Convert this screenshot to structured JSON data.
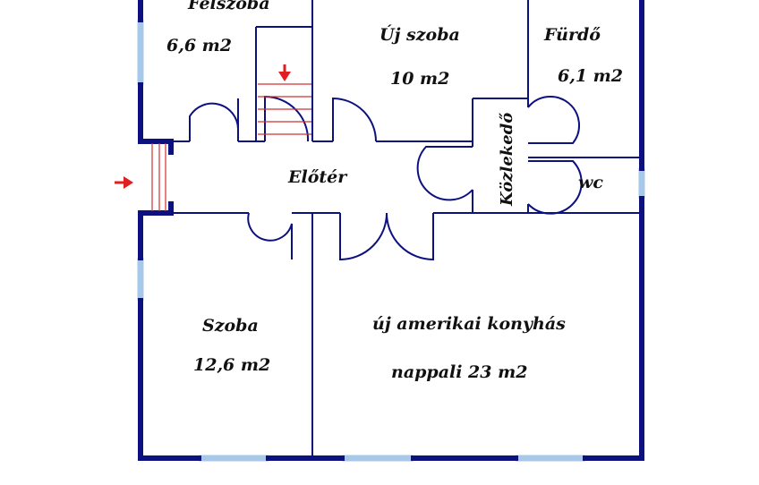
{
  "colors": {
    "wall": "#0d1180",
    "window": "#a8c8ea",
    "arrow": "#e02020",
    "stair": "#d03030"
  },
  "icons": [
    "entrance-arrow-icon",
    "stair-arrow-icon"
  ],
  "rooms": {
    "felszoba": {
      "name": "Felszoba",
      "area": "6,6 m2"
    },
    "uj_szoba": {
      "name": "Új szoba",
      "area": "10 m2"
    },
    "furdo": {
      "name": "Fürdő",
      "area": "6,1 m2"
    },
    "eloter": {
      "name": "Előtér"
    },
    "kozlekedo": {
      "name": "Közlekedő"
    },
    "wc": {
      "name": "wc"
    },
    "szoba": {
      "name": "Szoba",
      "area": "12,6 m2"
    },
    "nappali": {
      "name": "új amerikai konyhás",
      "area": "nappali 23 m2"
    }
  }
}
